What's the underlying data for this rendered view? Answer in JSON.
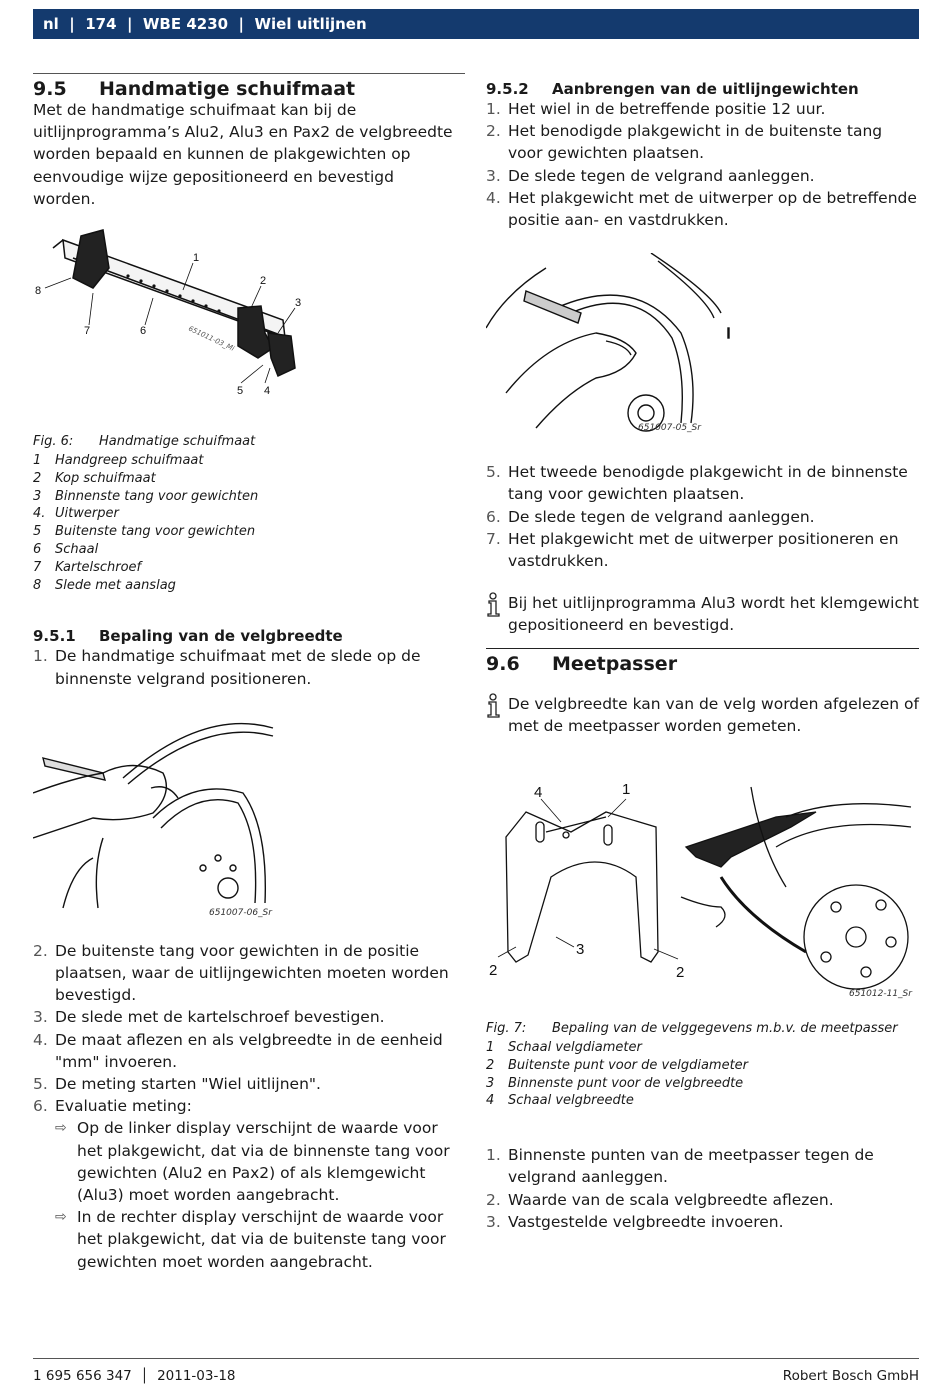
{
  "header": {
    "lang": "nl",
    "page": "174",
    "model": "WBE 4230",
    "section": "Wiel uitlijnen"
  },
  "left": {
    "section_num": "9.5",
    "section_title": "Handmatige schuifmaat",
    "intro": "Met de handmatige schuifmaat kan bij de uitlijnprogramma’s Alu2, Alu3 en Pax2 de velgbreedte worden bepaald en kunnen de plakgewichten op eenvoudige wijze gepositioneerd en bevestigd worden.",
    "fig6": {
      "labels": [
        "1",
        "2",
        "3",
        "4",
        "5",
        "6",
        "7",
        "8"
      ],
      "id": "651011-03_Mi",
      "caption_num": "Fig. 6:",
      "caption_title": "Handmatige schuifmaat",
      "legend": [
        {
          "n": "1",
          "t": "Handgreep schuifmaat"
        },
        {
          "n": "2",
          "t": "Kop schuifmaat"
        },
        {
          "n": "3",
          "t": "Binnenste tang voor gewichten"
        },
        {
          "n": "4.",
          "t": "Uitwerper"
        },
        {
          "n": "5",
          "t": "Buitenste tang voor gewichten"
        },
        {
          "n": "6",
          "t": "Schaal"
        },
        {
          "n": "7",
          "t": "Kartelschroef"
        },
        {
          "n": "8",
          "t": "Slede met aanslag"
        }
      ]
    },
    "sub1_num": "9.5.1",
    "sub1_title": "Bepaling van de velgbreedte",
    "step1": {
      "n": "1.",
      "t": "De handmatige schuifmaat met de slede op de binnenste velgrand positioneren."
    },
    "fig_a_id": "651007-06_Sr",
    "steps": [
      {
        "n": "2.",
        "t": "De buitenste tang voor gewichten in de positie plaatsen, waar de uitlijngewichten moeten worden bevestigd."
      },
      {
        "n": "3.",
        "t": "De slede met de kartelschroef bevestigen."
      },
      {
        "n": "4.",
        "t": "De maat aflezen en als velgbreedte in de eenheid \"mm\" invoeren."
      },
      {
        "n": "5.",
        "t": "De meting starten \"Wiel uitlijnen\"."
      },
      {
        "n": "6.",
        "t": "Evaluatie meting:"
      }
    ],
    "results": [
      "Op de linker display verschijnt de waarde voor het plakgewicht, dat via de binnenste tang voor gewichten (Alu2 en Pax2) of als klemgewicht (Alu3) moet worden aangebracht.",
      "In de rechter display verschijnt de waarde voor het plakgewicht, dat via de buitenste tang voor gewichten moet worden aangebracht."
    ]
  },
  "right": {
    "sub2_num": "9.5.2",
    "sub2_title": "Aanbrengen van de uitlijngewichten",
    "steps_a": [
      {
        "n": "1.",
        "t": "Het wiel in de betreffende positie 12 uur."
      },
      {
        "n": "2.",
        "t": "Het benodigde plakgewicht in de buitenste tang voor gewichten plaatsen."
      },
      {
        "n": "3.",
        "t": "De slede tegen de velgrand aanleggen."
      },
      {
        "n": "4.",
        "t": "Het plakgewicht met de uitwerper op de betreffende positie aan- en vastdrukken."
      }
    ],
    "fig_b_id": "651007-05_Sr",
    "steps_b": [
      {
        "n": "5.",
        "t": "Het tweede benodigde plakgewicht in de binnenste tang voor gewichten plaatsen."
      },
      {
        "n": "6.",
        "t": "De slede tegen de velgrand aanleggen."
      },
      {
        "n": "7.",
        "t": "Het plakgewicht met de uitwerper positioneren en vastdrukken."
      }
    ],
    "note1": "Bij het uitlijnprogramma Alu3 wordt het klemgewicht gepositioneerd en bevestigd.",
    "section_num": "9.6",
    "section_title": "Meetpasser",
    "note2": "De velgbreedte kan van de velg worden afgelezen of met de meetpasser worden gemeten.",
    "fig7": {
      "labels": [
        "4",
        "1",
        "3",
        "2",
        "2"
      ],
      "id": "651012-11_Sr",
      "caption_num": "Fig. 7:",
      "caption_title": "Bepaling van de velggegevens m.b.v. de meetpasser",
      "legend": [
        {
          "n": "1",
          "t": "Schaal velgdiameter"
        },
        {
          "n": "2",
          "t": "Buitenste punt voor de velgdiameter"
        },
        {
          "n": "3",
          "t": "Binnenste punt voor de velgbreedte"
        },
        {
          "n": "4",
          "t": "Schaal velgbreedte"
        }
      ]
    },
    "steps_c": [
      {
        "n": "1.",
        "t": "Binnenste punten van de meetpasser tegen de velgrand aanleggen."
      },
      {
        "n": "2.",
        "t": "Waarde van de scala velgbreedte aflezen."
      },
      {
        "n": "3.",
        "t": "Vastgestelde velgbreedte invoeren."
      }
    ]
  },
  "footer": {
    "doc_num": "1 695 656 347",
    "date": "2011-03-18",
    "company": "Robert Bosch GmbH"
  }
}
